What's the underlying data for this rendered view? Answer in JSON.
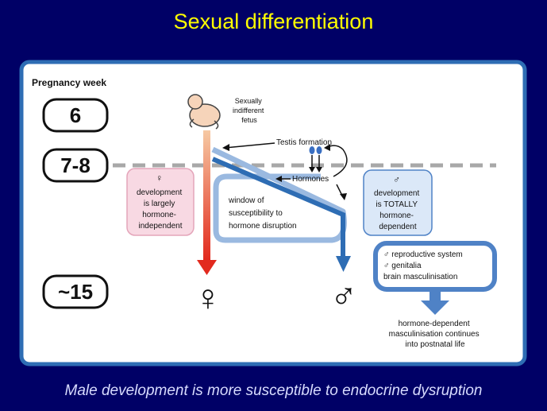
{
  "title": "Sexual differentiation",
  "footer": "Male development is more susceptible to endocrine dysruption",
  "diagram": {
    "pregnancy_week_label": "Pregnancy week",
    "weeks": [
      "6",
      "7-8",
      "~15"
    ],
    "fetus_label": [
      "Sexually",
      "indifferent",
      "fetus"
    ],
    "testis_formation": "Testis formation",
    "hormones": "Hormones",
    "window_label": [
      "window of",
      "susceptibility to",
      "hormone disruption"
    ],
    "female_box": [
      "♀",
      "development",
      "is largely",
      "hormone-",
      "independent"
    ],
    "male_box": [
      "♂",
      "development",
      "is TOTALLY",
      "hormone-",
      "dependent"
    ],
    "male_outcomes": [
      "♂ reproductive system",
      "♂ genitalia",
      "brain masculinisation"
    ],
    "postnatal": [
      "hormone-dependent",
      "masculinisation continues",
      "into postnatal life"
    ],
    "female_symbol": "♀",
    "male_symbol": "♂"
  },
  "colors": {
    "background": "#000066",
    "title": "#ffff00",
    "frame_blue": "#2e6db4",
    "light_blue": "#9ab9e0",
    "female_red": "#e33a2a",
    "female_box_fill": "#f8d9e3"
  }
}
